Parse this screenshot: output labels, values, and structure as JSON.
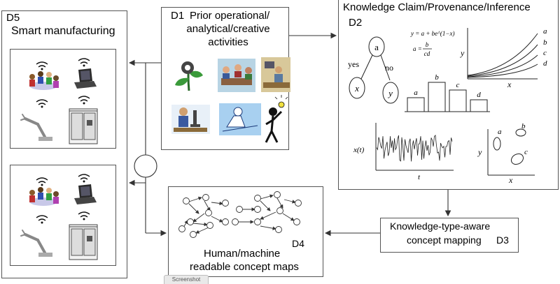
{
  "d5": {
    "id": "D5",
    "title": "Smart manufacturing"
  },
  "d1": {
    "id": "D1",
    "title_line1": "Prior operational/",
    "title_line2": "analytical/creative",
    "title_line3": "activities"
  },
  "d2": {
    "title": "Knowledge Claim/Provenance/Inference",
    "id": "D2",
    "tree": {
      "root": "a",
      "left_edge": "yes",
      "right_edge": "no",
      "left_leaf": "x",
      "right_leaf": "y"
    },
    "equations": {
      "eq1": "y = a + be^(1−x)",
      "eq2_lhs": "a =",
      "eq2_num": "b",
      "eq2_den": "cd"
    },
    "curves_plot": {
      "ylabel": "y",
      "xlabel": "x",
      "curve_labels": [
        "a",
        "b",
        "c",
        "d"
      ]
    },
    "bars": {
      "categories": [
        "a",
        "b",
        "c",
        "d"
      ],
      "values": [
        20,
        42,
        31,
        17
      ]
    },
    "timeseries": {
      "ylabel": "x(t)",
      "xlabel": "t"
    },
    "clusters": {
      "ylabel": "y",
      "xlabel": "x",
      "cluster_labels": [
        "a",
        "b",
        "c"
      ]
    }
  },
  "d3": {
    "id": "D3",
    "line1": "Knowledge-type-aware",
    "line2": "concept mapping"
  },
  "d4": {
    "id": "D4",
    "line1": "Human/machine",
    "line2": "readable concept maps"
  },
  "tab": {
    "label": "Screenshot"
  }
}
